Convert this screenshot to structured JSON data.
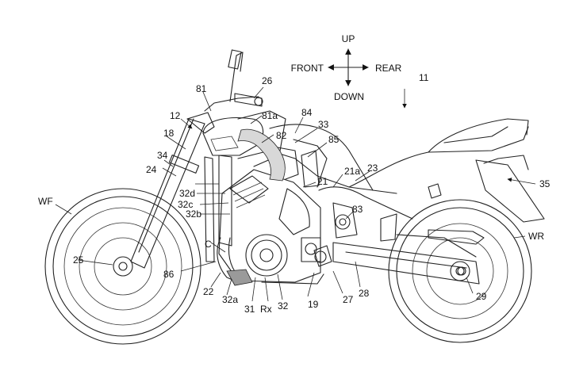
{
  "directions": {
    "up": "UP",
    "down": "DOWN",
    "front": "FRONT",
    "rear": "REAR"
  },
  "labels": {
    "n11": "11",
    "n12": "12",
    "n18": "18",
    "n19": "19",
    "n21": "21",
    "n21a": "21a",
    "n22": "22",
    "n23": "23",
    "n24": "24",
    "n25": "25",
    "n26": "26",
    "n27": "27",
    "n28": "28",
    "n29": "29",
    "n31": "31",
    "n32": "32",
    "n32a": "32a",
    "n32b": "32b",
    "n32c": "32c",
    "n32d": "32d",
    "n33": "33",
    "n34": "34",
    "n35": "35",
    "n81": "81",
    "n81a": "81a",
    "n82": "82",
    "n83": "83",
    "n84": "84",
    "n85": "85",
    "n86": "86",
    "c": "C",
    "rx": "Rx",
    "wf": "WF",
    "wr": "WR"
  }
}
